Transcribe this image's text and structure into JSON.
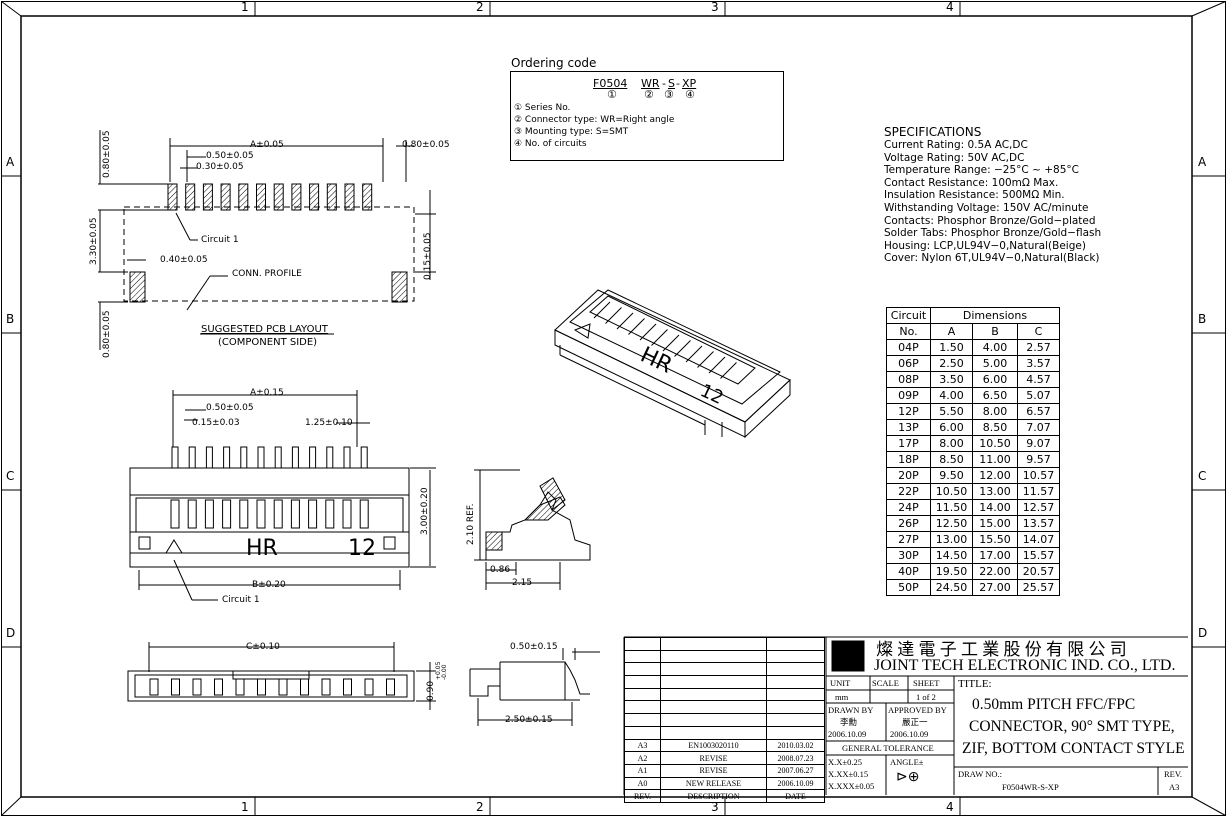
{
  "border": {
    "cols": [
      "1",
      "2",
      "3",
      "4"
    ],
    "rows": [
      "A",
      "B",
      "C",
      "D"
    ]
  },
  "ordering": {
    "title": "Ordering code",
    "code_parts": [
      "F0504",
      "WR",
      "S",
      "XP"
    ],
    "code_markers": [
      "①",
      "②",
      "③",
      "④"
    ],
    "items": [
      "① Series No.",
      "② Connector type: WR=Right angle",
      "③ Mounting type: S=SMT",
      "④ No. of circuits"
    ]
  },
  "specs": {
    "title": "SPECIFICATIONS",
    "lines": [
      "Current Rating: 0.5A AC,DC",
      "Voltage Rating: 50V AC,DC",
      "Temperature Range: −25°C ~ +85°C",
      "Contact Resistance: 100mΩ Max.",
      "Insulation Resistance: 500MΩ Min.",
      "Withstanding Voltage: 150V AC/minute",
      "Contacts: Phosphor Bronze/Gold−plated",
      "Solder Tabs: Phosphor Bronze/Gold−flash",
      "Housing: LCP,UL94V−0,Natural(Beige)",
      "Cover: Nylon 6T,UL94V−0,Natural(Black)"
    ]
  },
  "dims_table": {
    "header1": [
      "Circuit",
      "Dimensions"
    ],
    "header2": [
      "No.",
      "A",
      "B",
      "C"
    ],
    "rows": [
      [
        "04P",
        "1.50",
        "4.00",
        "2.57"
      ],
      [
        "06P",
        "2.50",
        "5.00",
        "3.57"
      ],
      [
        "08P",
        "3.50",
        "6.00",
        "4.57"
      ],
      [
        "09P",
        "4.00",
        "6.50",
        "5.07"
      ],
      [
        "12P",
        "5.50",
        "8.00",
        "6.57"
      ],
      [
        "13P",
        "6.00",
        "8.50",
        "7.07"
      ],
      [
        "17P",
        "8.00",
        "10.50",
        "9.07"
      ],
      [
        "18P",
        "8.50",
        "11.00",
        "9.57"
      ],
      [
        "20P",
        "9.50",
        "12.00",
        "10.57"
      ],
      [
        "22P",
        "10.50",
        "13.00",
        "11.57"
      ],
      [
        "24P",
        "11.50",
        "14.00",
        "12.57"
      ],
      [
        "26P",
        "12.50",
        "15.00",
        "13.57"
      ],
      [
        "27P",
        "13.00",
        "15.50",
        "14.07"
      ],
      [
        "30P",
        "14.50",
        "17.00",
        "15.57"
      ],
      [
        "40P",
        "19.50",
        "22.00",
        "20.57"
      ],
      [
        "50P",
        "24.50",
        "27.00",
        "25.57"
      ]
    ]
  },
  "pcb": {
    "dim_a": "A±0.05",
    "dim_pitch": "0.50±0.05",
    "dim_width": "0.30±0.05",
    "dim_right": "0.80±0.05",
    "dim_vleft_top": "0.80±0.05",
    "dim_vleft_mid": "3.30±0.05",
    "dim_vleft_bot": "0.80±0.05",
    "dim_right_v": "0.15±0.05",
    "dim_tab": "0.40±0.05",
    "circuit1": "Circuit 1",
    "conn_profile": "CONN. PROFILE",
    "caption1": "SUGGESTED PCB LAYOUT",
    "caption2": "(COMPONENT SIDE)"
  },
  "front": {
    "dim_a": "A±0.15",
    "dim_pitch": "0.50±0.05",
    "dim_width": "0.15±0.03",
    "dim_right": "1.25±0.10",
    "dim_b": "B±0.20",
    "dim_v1": "3.00±0.20",
    "hr": "HR",
    "num": "12",
    "circuit1": "Circuit 1"
  },
  "side": {
    "dim_h": "2.10 REF.",
    "dim_086": "0.86",
    "dim_215": "2.15"
  },
  "bottom": {
    "dim_c": "C±0.10",
    "dim_h": "0.90",
    "dim_h_tol_top": "+0.05",
    "dim_h_tol_bot": "-0.00"
  },
  "side2": {
    "dim_top": "0.50±0.15",
    "dim_bot": "2.50±0.15"
  },
  "iso": {
    "hr": "HR",
    "num": "12"
  },
  "title_block": {
    "company_cn": "燦 達 電 子 工 業 股 份 有 限 公 司",
    "company_en": "JOINT TECH ELECTRONIC IND. CO., LTD.",
    "unit_label": "UNIT",
    "scale_label": "SCALE",
    "sheet_label": "SHEET",
    "unit_value": "mm",
    "sheet_value": "1 of 2",
    "drawn_by_label": "DRAWN BY",
    "approved_by_label": "APPROVED BY",
    "drawn_by": "李勳",
    "approved_by": "嚴正一",
    "drawn_date": "2006.10.09",
    "approved_date": "2006.10.09",
    "tolerance_label": "GENERAL TOLERANCE",
    "tol1": "X.X±0.25",
    "tol2": "X.XX±0.15",
    "tol3": "X.XXX±0.05",
    "angle": "ANGLE±",
    "title_label": "TITLE:",
    "title_lines": [
      "0.50mm PITCH FFC/FPC",
      "CONNECTOR, 90° SMT TYPE,",
      "ZIF, BOTTOM CONTACT STYLE"
    ],
    "draw_no_label": "DRAW NO.:",
    "draw_no": "F0504WR-S-XP",
    "rev_label": "REV.",
    "rev_value": "A3"
  },
  "revisions": {
    "rows": [
      [
        "A3",
        "EN1003020110",
        "2010.03.02"
      ],
      [
        "A2",
        "REVISE",
        "2008.07.23"
      ],
      [
        "A1",
        "REVISE",
        "2007.06.27"
      ],
      [
        "A0",
        "NEW RELEASE",
        "2006.10.09"
      ],
      [
        "REV.",
        "DESCRIPTION",
        "DATE"
      ]
    ]
  }
}
